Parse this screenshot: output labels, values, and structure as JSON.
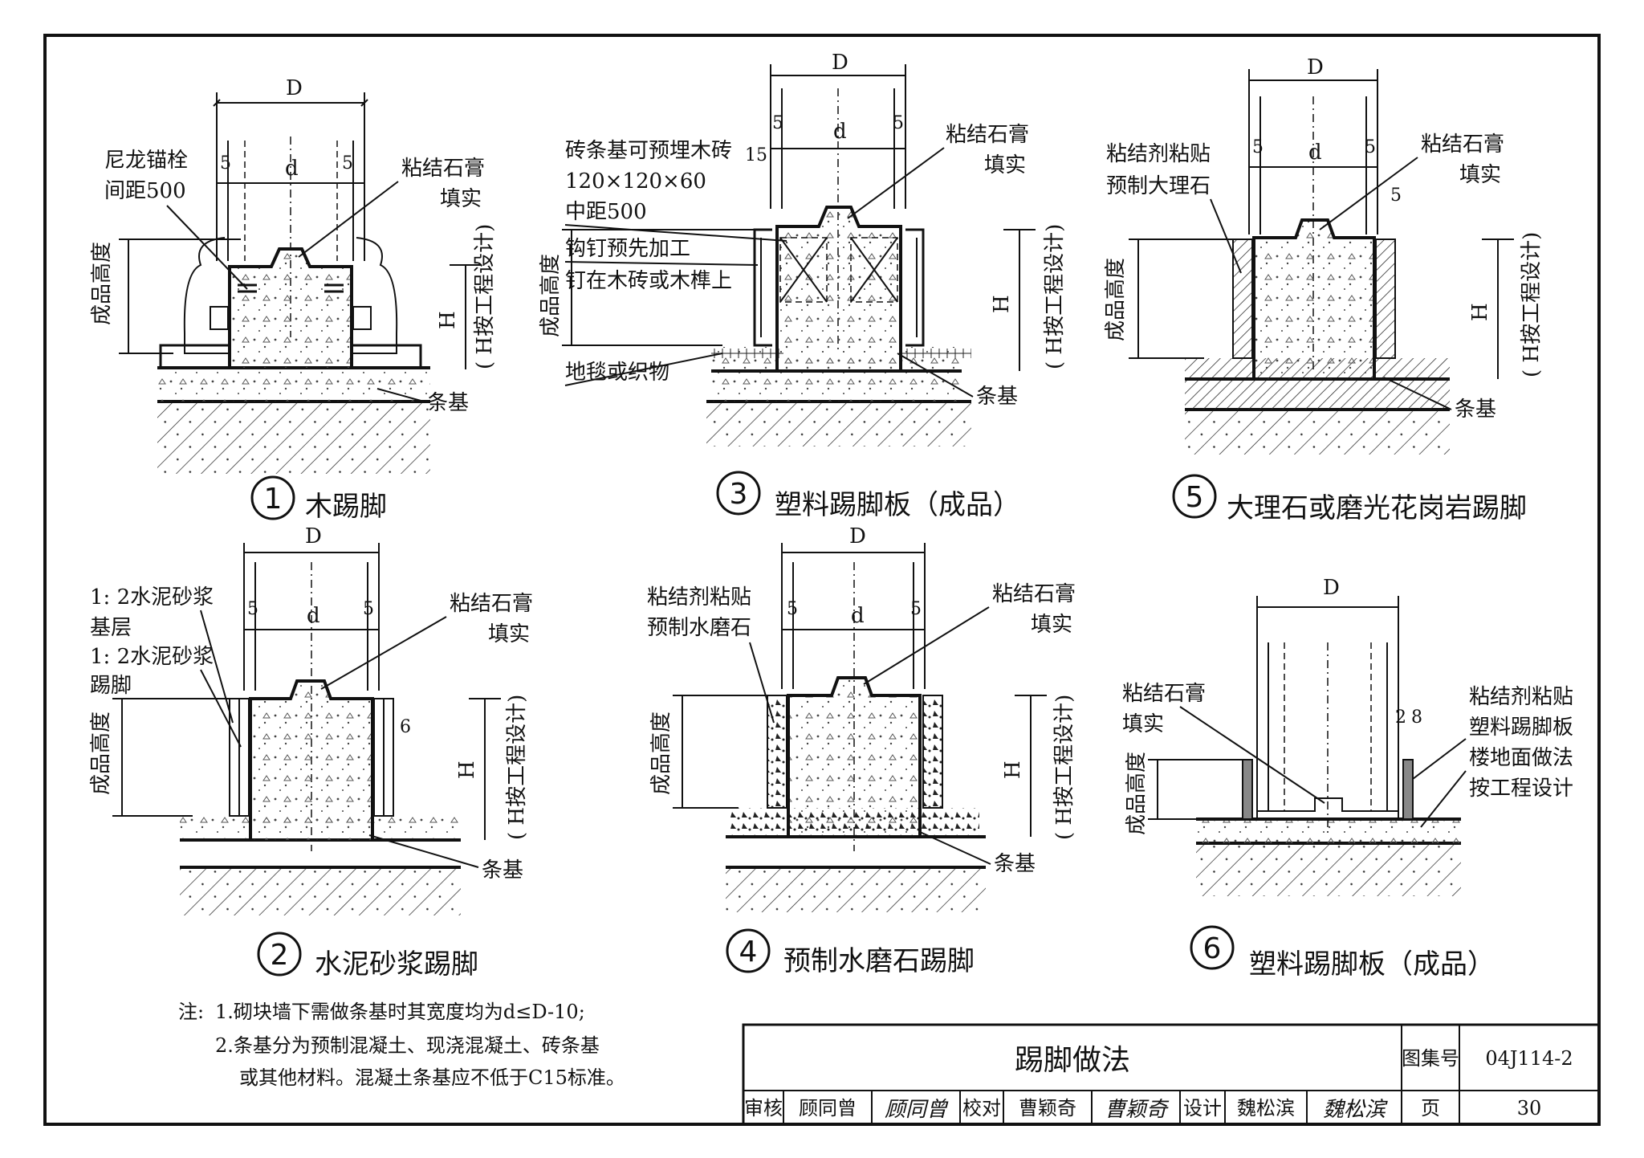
{
  "details": {
    "d1": {
      "number": "1",
      "caption": "木踢脚",
      "dim_D": "D",
      "dim_d": "d",
      "dim_5a": "5",
      "dim_5b": "5",
      "label_anchor": "尼龙锚栓",
      "label_spacing": "间距500",
      "label_gypsum": "粘结石膏",
      "label_fill": "填实",
      "label_height": "成品高度",
      "label_H": "H",
      "label_H_note": "( H按工程设计)",
      "label_footing": "条基"
    },
    "d2": {
      "number": "2",
      "caption": "水泥砂浆踢脚",
      "dim_D": "D",
      "dim_d": "d",
      "dim_5a": "5",
      "dim_5b": "5",
      "dim_6": "6",
      "label_mortar1": "1: 2水泥砂浆",
      "label_base": "基层",
      "label_mortar2": "1: 2水泥砂浆",
      "label_skirt": "踢脚",
      "label_gypsum": "粘结石膏",
      "label_fill": "填实",
      "label_height": "成品高度",
      "label_H": "H",
      "label_H_note": "( H按工程设计)",
      "label_footing": "条基"
    },
    "d3": {
      "number": "3",
      "caption": "塑料踢脚板（成品）",
      "dim_D": "D",
      "dim_d": "d",
      "dim_5a": "5",
      "dim_5b": "5",
      "dim_15": "15",
      "label_brick1": "砖条基可预埋木砖",
      "label_brick2": "120×120×60",
      "label_brick3": "中距500",
      "label_nail1": "钩钉预先加工",
      "label_nail2": "钉在木砖或木榫上",
      "label_carpet": "地毯或织物",
      "label_gypsum": "粘结石膏",
      "label_fill": "填实",
      "label_height": "成品高度",
      "label_H": "H",
      "label_H_note": "( H按工程设计)",
      "label_footing": "条基"
    },
    "d4": {
      "number": "4",
      "caption": "预制水磨石踢脚",
      "dim_D": "D",
      "dim_d": "d",
      "dim_5a": "5",
      "dim_5b": "5",
      "label_adh1": "粘结剂粘贴",
      "label_adh2": "预制水磨石",
      "label_gypsum": "粘结石膏",
      "label_fill": "填实",
      "label_height": "成品高度",
      "label_H": "H",
      "label_H_note": "( H按工程设计)",
      "label_footing": "条基"
    },
    "d5": {
      "number": "5",
      "caption": "大理石或磨光花岗岩踢脚",
      "dim_D": "D",
      "dim_d": "d",
      "dim_5a": "5",
      "dim_5b": "5",
      "dim_5c": "5",
      "label_adh1": "粘结剂粘贴",
      "label_adh2": "预制大理石",
      "label_gypsum": "粘结石膏",
      "label_fill": "填实",
      "label_height": "成品高度",
      "label_H": "H",
      "label_H_note": "( H按工程设计)",
      "label_footing": "条基"
    },
    "d6": {
      "number": "6",
      "caption": "塑料踢脚板（成品）",
      "dim_D": "D",
      "dim_2": "2",
      "dim_8": "8",
      "label_gypsum": "粘结石膏",
      "label_fill": "填实",
      "label_adh1": "粘结剂粘贴",
      "label_adh2": "塑料踢脚板",
      "label_floor1": "楼地面做法",
      "label_floor2": "按工程设计",
      "label_height": "成品高度"
    }
  },
  "notes": {
    "prefix": "注:",
    "line1": "1.砌块墙下需做条基时其宽度均为d≤D-10;",
    "line2": "2.条基分为预制混凝土、现浇混凝土、砖条基",
    "line3": "或其他材料。混凝土条基应不低于C15标准。"
  },
  "title_block": {
    "title": "踢脚做法",
    "atlas_label": "图集号",
    "atlas_no": "04J114-2",
    "review_label": "审核",
    "reviewer": "顾同曾",
    "reviewer_sig": "顾同曾",
    "check_label": "校对",
    "checker": "曹颖奇",
    "checker_sig": "曹颖奇",
    "design_label": "设计",
    "designer": "魏松滨",
    "designer_sig": "魏松滨",
    "page_label": "页",
    "page_no": "30"
  }
}
